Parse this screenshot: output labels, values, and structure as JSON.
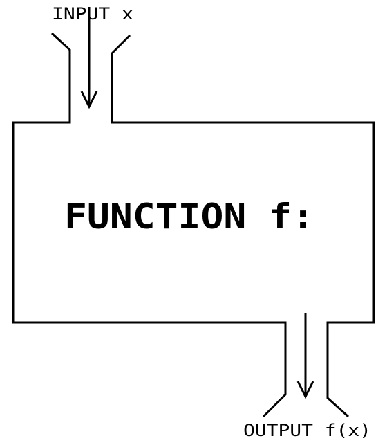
{
  "diagram": {
    "input_label": "INPUT x",
    "function_label": "FUNCTION f:",
    "output_label": "OUTPUT f(x)"
  }
}
